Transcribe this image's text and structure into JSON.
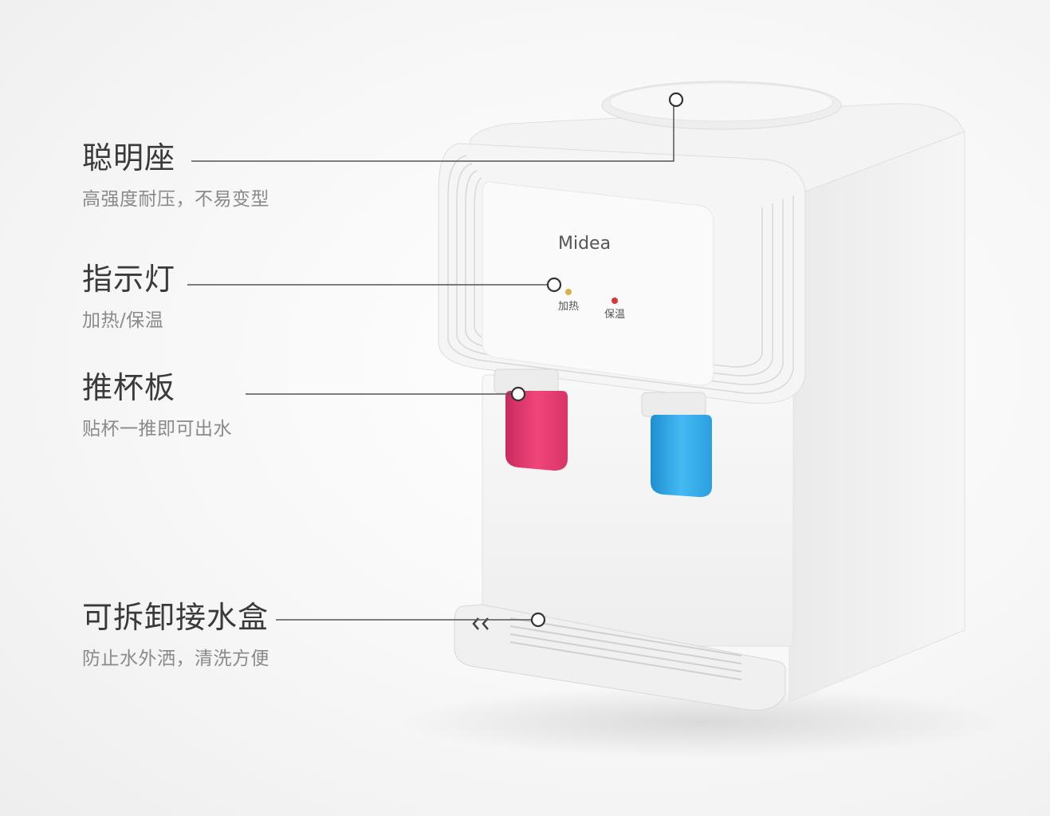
{
  "brand": {
    "logo_text": "Midea"
  },
  "indicators": {
    "heating_label": "加热",
    "warm_label": "保温",
    "heating_color": "#d9b04a",
    "warm_color": "#d93636"
  },
  "features": [
    {
      "title": "聪明座",
      "desc": "高强度耐压，不易变型"
    },
    {
      "title": "指示灯",
      "desc": "加热/保温"
    },
    {
      "title": "推杯板",
      "desc": "贴杯一推即可出水"
    },
    {
      "title": "可拆卸接水盒",
      "desc": "防止水外洒，清洗方便"
    }
  ],
  "colors": {
    "hot_tap": "#e6386f",
    "cold_tap": "#2aa8e8",
    "body": "#f4f4f4"
  }
}
